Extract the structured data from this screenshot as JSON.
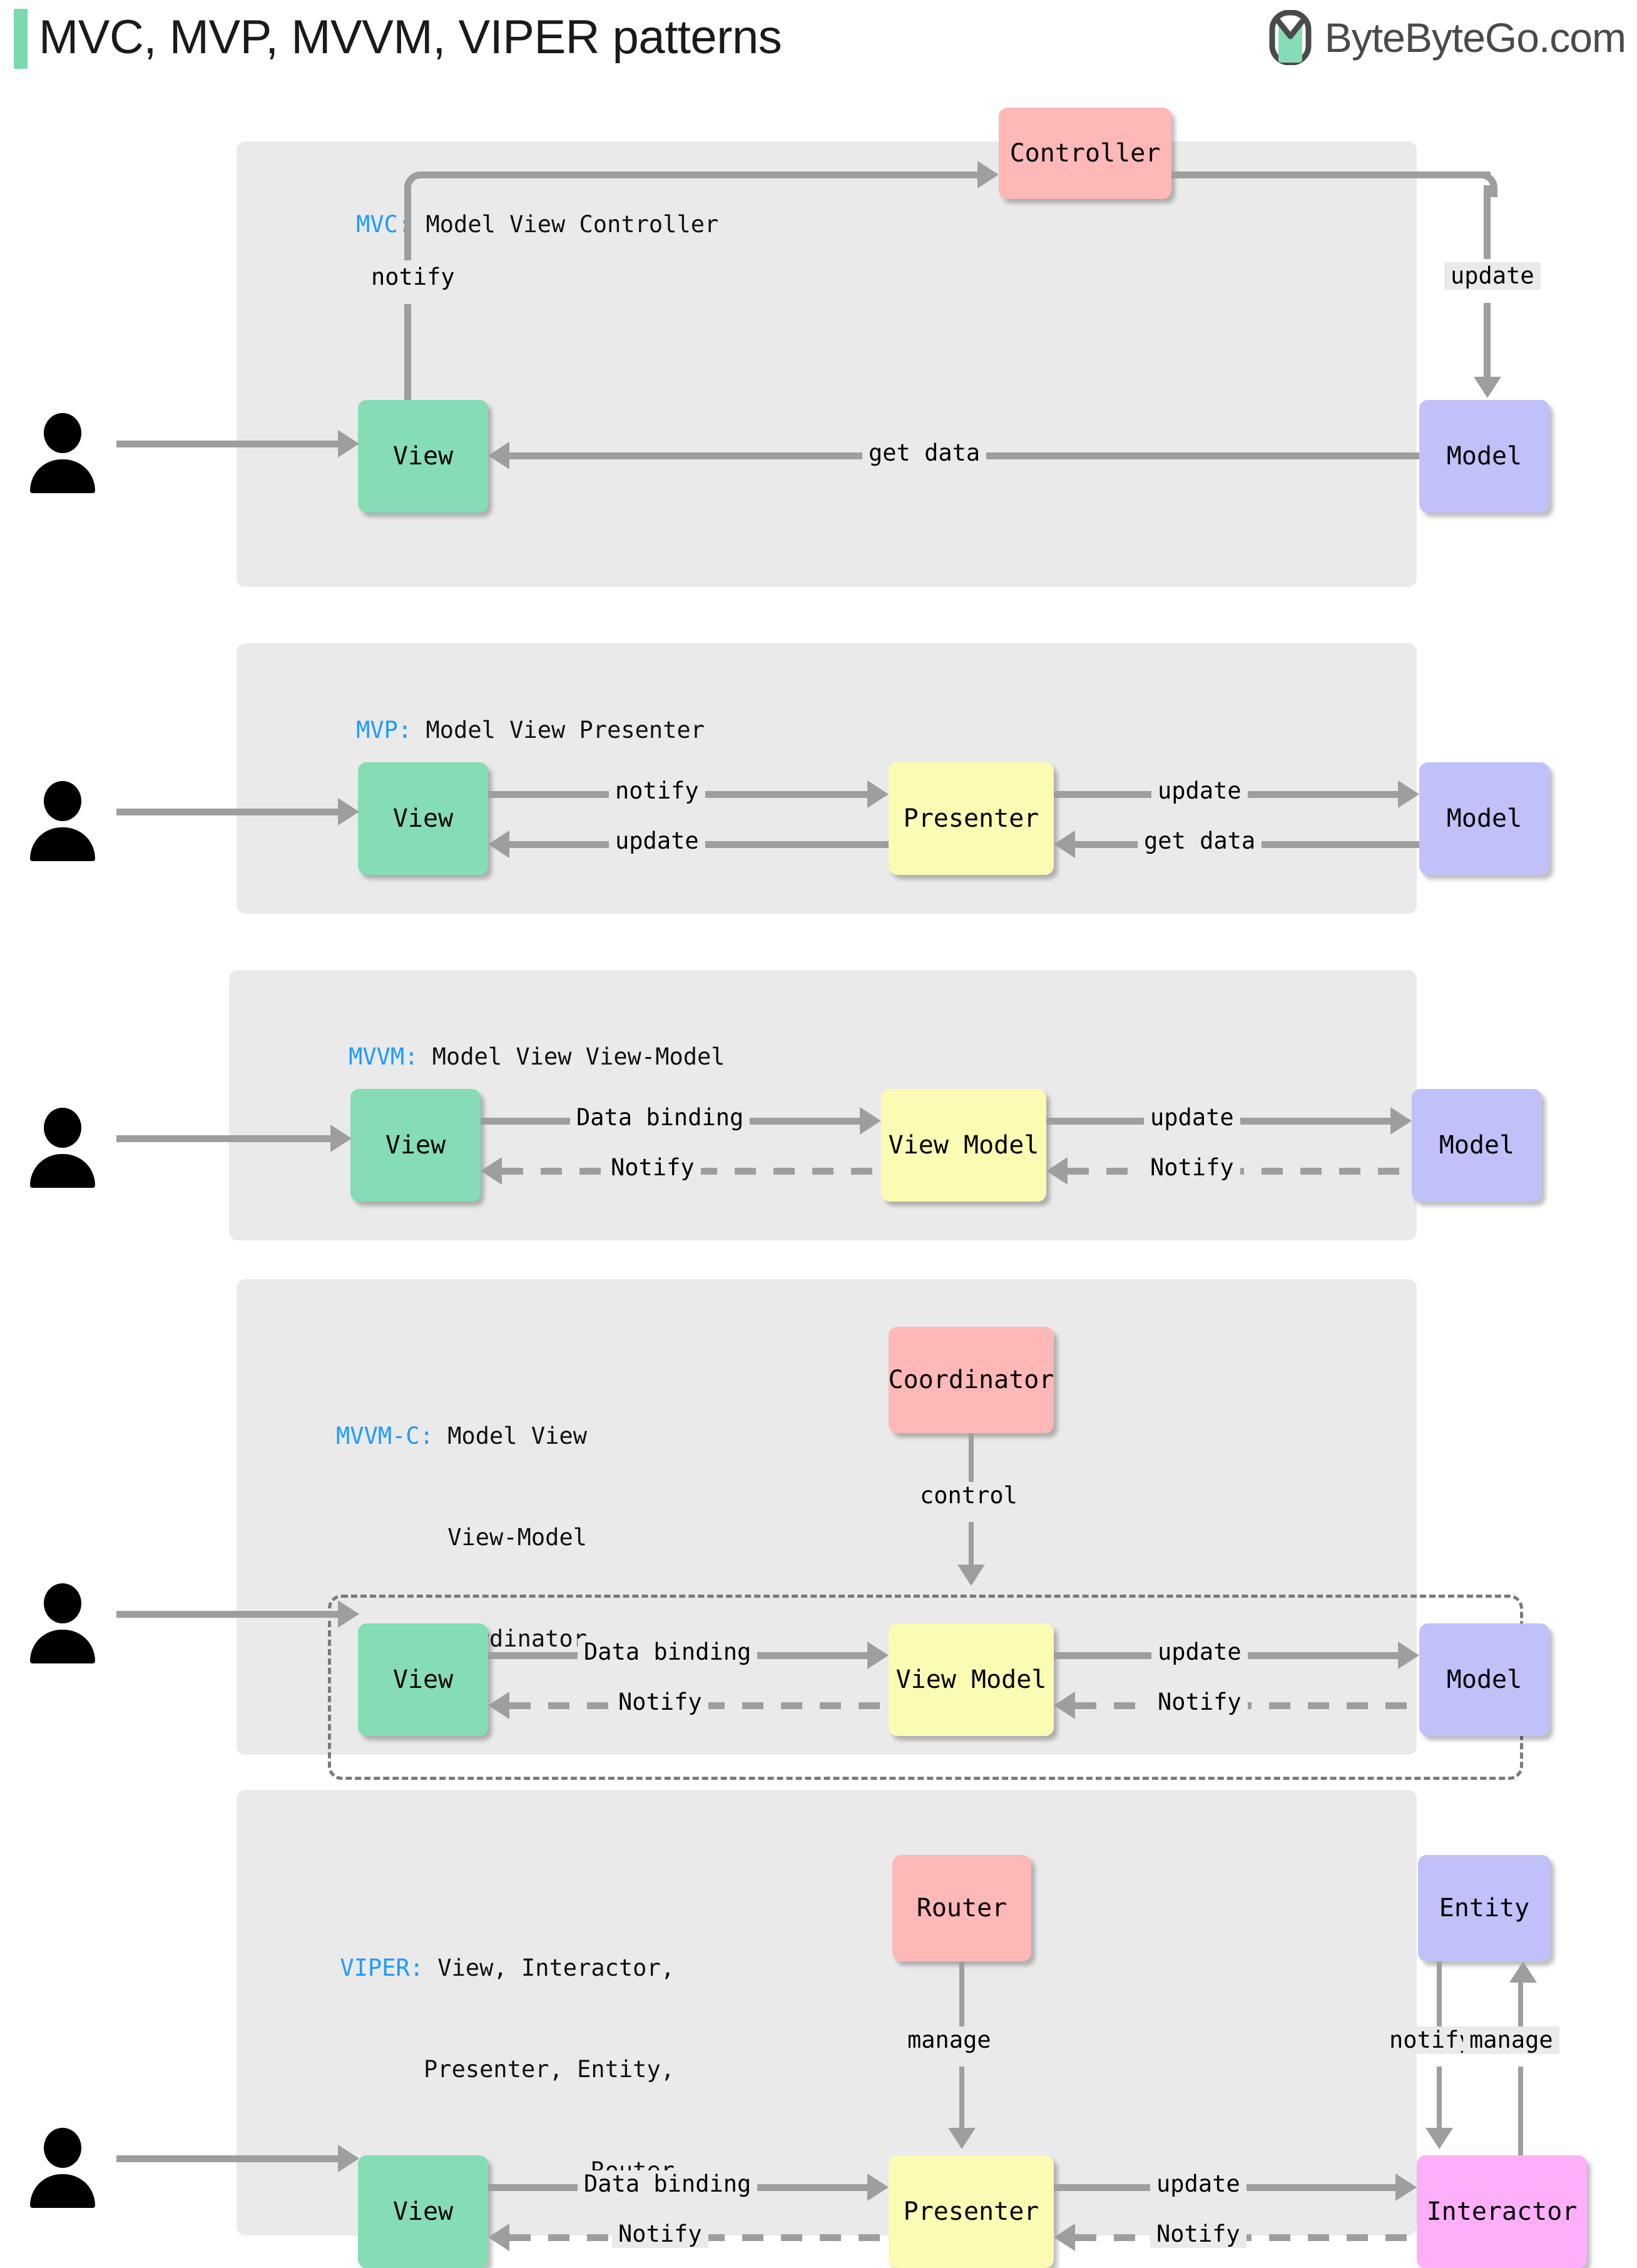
{
  "header": {
    "title": "MVC, MVP, MVVM, VIPER patterns",
    "brand_name": "ByteByteGo.com",
    "accent_color": "#7cd9ae"
  },
  "palette": {
    "panel_bg": "#eaeaea",
    "view": "#84ddb4",
    "controller": "#ffb8b8",
    "model": "#c1c1fa",
    "presenter": "#fbfbb3",
    "interactor": "#ffaffa",
    "arrow": "#9e9e9e",
    "tag": "#1e9bff"
  },
  "sections": [
    {
      "id": "mvc",
      "tag": "MVC:",
      "title": " Model View Controller",
      "nodes": {
        "view": "View",
        "controller": "Controller",
        "model": "Model"
      },
      "edges": {
        "notify": "notify",
        "update": "update",
        "get_data": "get data"
      }
    },
    {
      "id": "mvp",
      "tag": "MVP:",
      "title": " Model View Presenter",
      "nodes": {
        "view": "View",
        "presenter": "Presenter",
        "model": "Model"
      },
      "edges": {
        "notify": "notify",
        "update_left": "update",
        "update_right": "update",
        "get_data": "get data"
      }
    },
    {
      "id": "mvvm",
      "tag": "MVVM:",
      "title": " Model View View-Model",
      "nodes": {
        "view": "View",
        "view_model": "View Model",
        "model": "Model"
      },
      "edges": {
        "data_binding": "Data binding",
        "notify_left": "Notify",
        "update": "update",
        "notify_right": "Notify"
      }
    },
    {
      "id": "mvvmc",
      "tag": "MVVM-C:",
      "title_lines": [
        " Model View",
        "View-Model",
        "Coordinator"
      ],
      "nodes": {
        "coordinator": "Coordinator",
        "view": "View",
        "view_model": "View Model",
        "model": "Model"
      },
      "edges": {
        "control": "control",
        "data_binding": "Data binding",
        "notify_left": "Notify",
        "update": "update",
        "notify_right": "Notify"
      }
    },
    {
      "id": "viper",
      "tag": "VIPER:",
      "title_lines": [
        " View, Interactor,",
        "Presenter, Entity,",
        "Router"
      ],
      "nodes": {
        "router": "Router",
        "entity": "Entity",
        "view": "View",
        "presenter": "Presenter",
        "interactor": "Interactor"
      },
      "edges": {
        "manage_router": "manage",
        "notify_entity": "notify",
        "manage_entity": "manage",
        "data_binding": "Data binding",
        "notify_left": "Notify",
        "update": "update",
        "notify_right": "Notify"
      }
    }
  ]
}
